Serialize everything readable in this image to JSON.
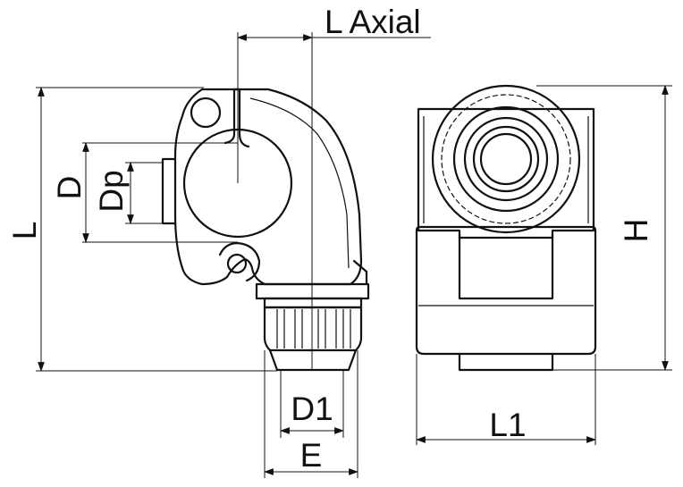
{
  "labels": {
    "l_axial": "L Axial",
    "l": "L",
    "d": "D",
    "dp": "Dp",
    "d1": "D1",
    "e": "E",
    "h": "H",
    "l1": "L1"
  },
  "colors": {
    "line": "#111111",
    "background": "#ffffff"
  }
}
